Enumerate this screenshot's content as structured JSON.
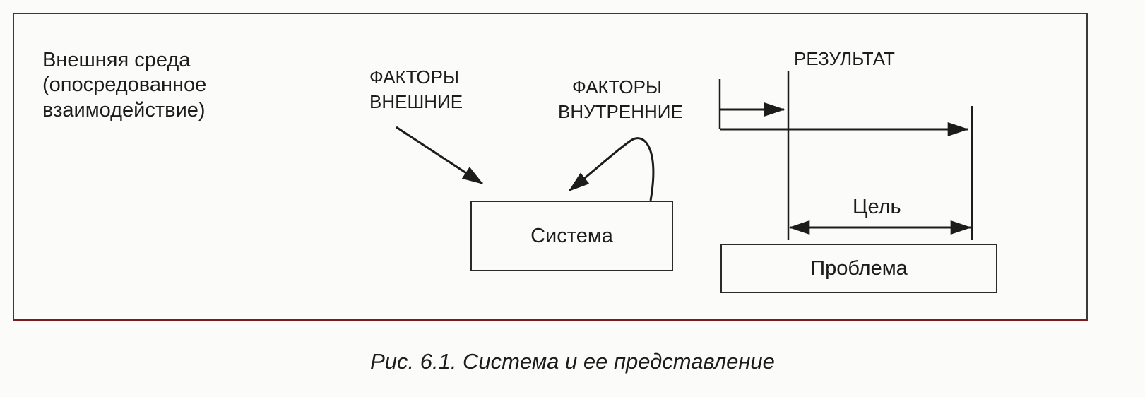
{
  "diagram": {
    "environment_label": [
      "Внешняя среда",
      "(опосредованное",
      "взаимодействие)"
    ],
    "external_factors_label": [
      "ФАКТОРЫ",
      "ВНЕШНИЕ"
    ],
    "internal_factors_label": [
      "ФАКТОРЫ",
      "ВНУТРЕННИЕ"
    ],
    "result_label": "РЕЗУЛЬТАТ",
    "system_label": "Система",
    "goal_label": "Цель",
    "problem_label": "Проблема"
  },
  "caption": "Рис. 6.1. Система и ее представление"
}
